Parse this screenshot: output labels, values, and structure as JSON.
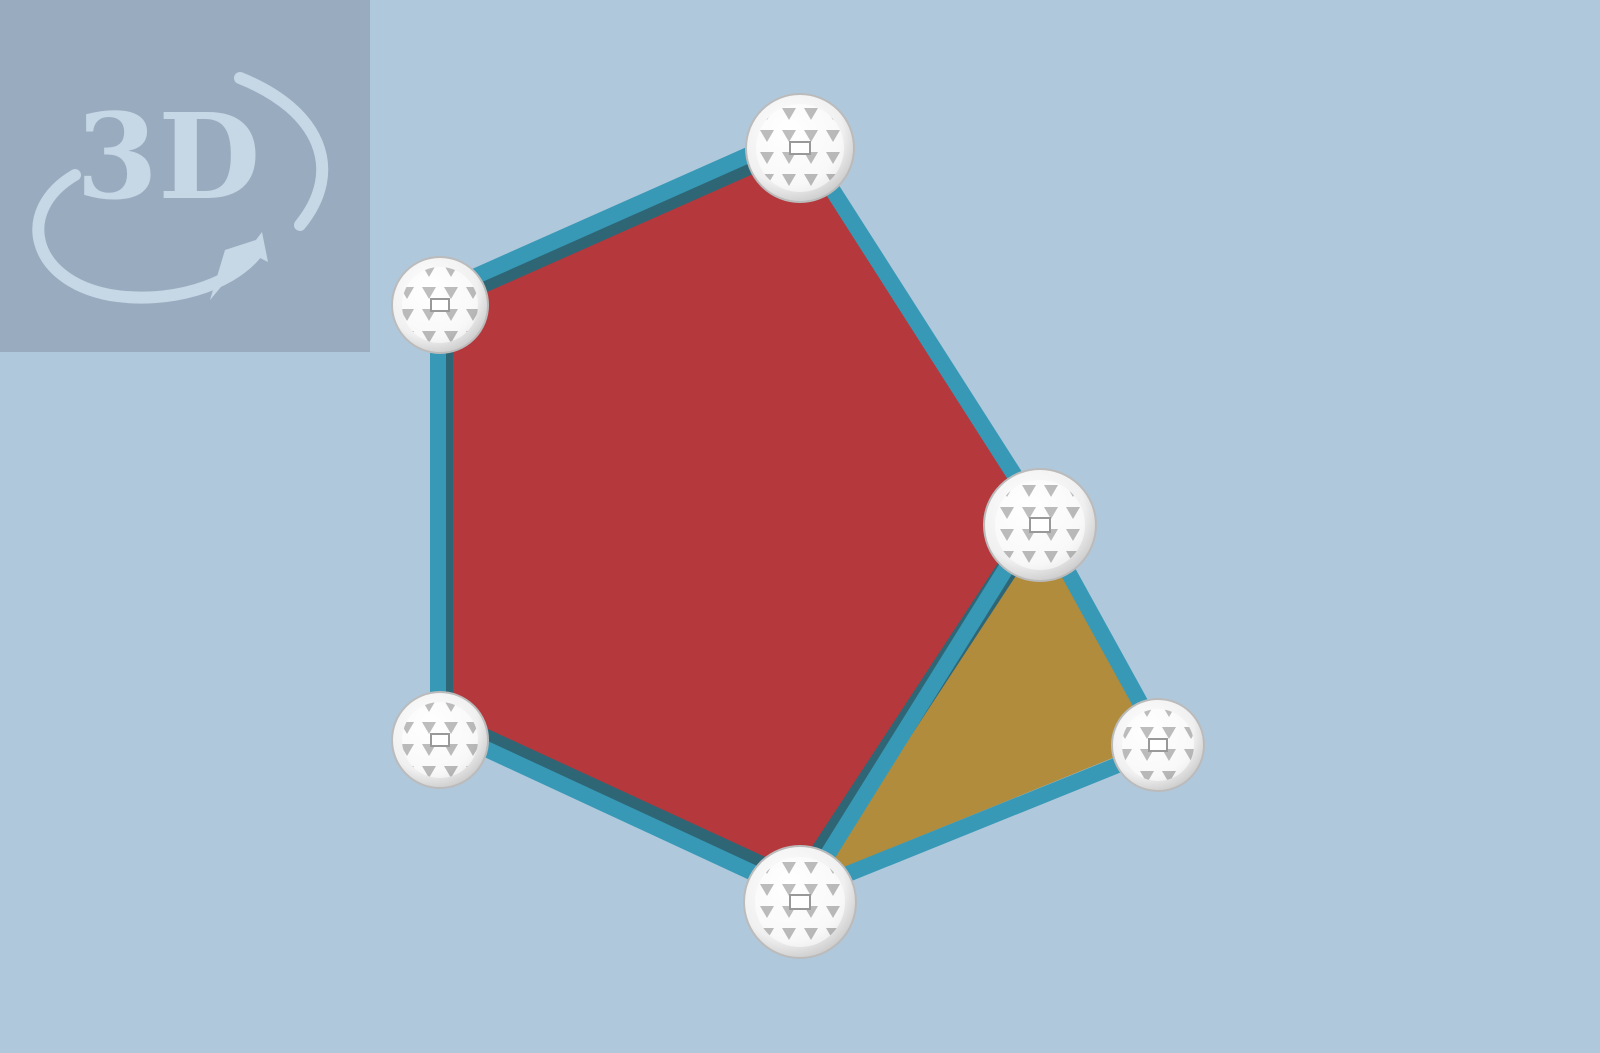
{
  "badge": {
    "label": "3D",
    "icon": "rotate-3d-icon"
  },
  "model": {
    "description_free": true,
    "faces": [
      {
        "name": "pentagon-face",
        "color": "#b5383c"
      },
      {
        "name": "triangle-face",
        "color": "#b08c3c"
      }
    ],
    "edge_color": "#3799b6",
    "edge_shadow_color": "#2f6676",
    "node_color": "#ffffff",
    "node_count": 6
  }
}
